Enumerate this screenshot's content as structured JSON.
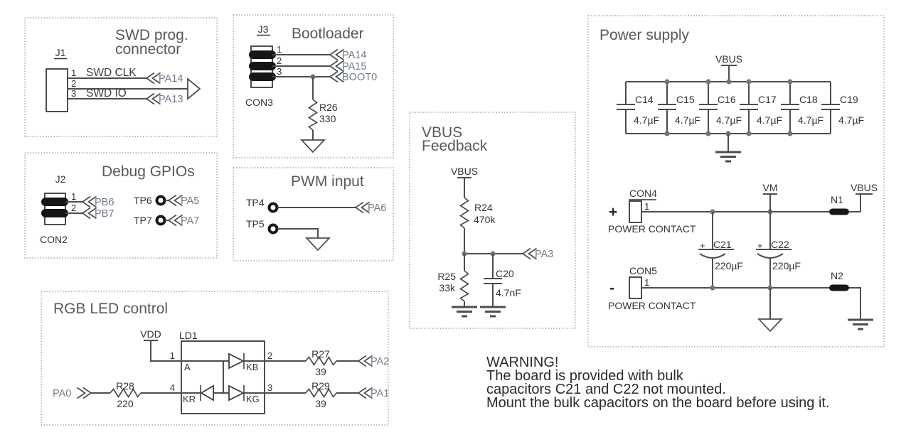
{
  "colors": {
    "wire": "#4d4d4d",
    "net_label": "#6e7a87",
    "component_text": "#333333",
    "title_text": "#595959",
    "warning_text": "#2b2b2b"
  },
  "swd": {
    "title1": "SWD prog.",
    "title2": "connector",
    "ref": "J1",
    "pin1": "1",
    "pin2": "2",
    "pin3": "3",
    "sig_clk": "SWD CLK",
    "sig_io": "SWD IO",
    "net_clk": "PA14",
    "net_io": "PA13"
  },
  "debug": {
    "title": "Debug GPIOs",
    "ref": "J2",
    "conn": "CON2",
    "pin1": "1",
    "pin2": "2",
    "net1": "PB6",
    "net2": "PB7",
    "tp6": "TP6",
    "tp6_net": "PA5",
    "tp7": "TP7",
    "tp7_net": "PA7"
  },
  "boot": {
    "title": "Bootloader",
    "ref": "J3",
    "conn": "CON3",
    "pin1": "1",
    "pin2": "2",
    "pin3": "3",
    "net1": "PA14",
    "net2": "PA15",
    "net3": "BOOT0",
    "res": "R26",
    "res_val": "330"
  },
  "pwm": {
    "title": "PWM input",
    "tp4": "TP4",
    "tp4_net": "PA6",
    "tp5": "TP5"
  },
  "rgb": {
    "title": "RGB LED control",
    "vdd": "VDD",
    "led": "LD1",
    "pin1": "1",
    "pin2": "2",
    "pin3": "3",
    "pin4": "4",
    "anode": "A",
    "kb": "KB",
    "kr": "KR",
    "kg": "KG",
    "r27": "R27",
    "r27_val": "39",
    "r28": "R28",
    "r28_val": "220",
    "r29": "R29",
    "r29_val": "39",
    "net_in": "PA0",
    "net_b": "PA2",
    "net_g": "PA1"
  },
  "vbusfb": {
    "title1": "VBUS",
    "title2": "Feedback",
    "port": "VBUS",
    "r24": "R24",
    "r24_val": "470k",
    "r25": "R25",
    "r25_val": "33k",
    "c20": "C20",
    "c20_val": "4.7nF",
    "net": "PA3"
  },
  "power": {
    "title": "Power supply",
    "vbus_top": "VBUS",
    "caps": [
      {
        "name": "C14",
        "value": "4.7µF"
      },
      {
        "name": "C15",
        "value": "4.7µF"
      },
      {
        "name": "C16",
        "value": "4.7µF"
      },
      {
        "name": "C17",
        "value": "4.7µF"
      },
      {
        "name": "C18",
        "value": "4.7µF"
      },
      {
        "name": "C19",
        "value": "4.7µF"
      }
    ],
    "con4": "CON4",
    "con5": "CON5",
    "plus": "+",
    "minus": "-",
    "pin1": "1",
    "contact": "POWER CONTACT",
    "c21": "C21",
    "c21_plus": "+",
    "c21_val": "220µF",
    "c22": "C22",
    "c22_plus": "+",
    "c22_val": "220µF",
    "vm": "VM",
    "n1": "N1",
    "n2": "N2",
    "vbus_right": "VBUS"
  },
  "warning": {
    "line1": "WARNING!",
    "line2": "The board is provided with bulk",
    "line3": "capacitors C21 and C22 not mounted.",
    "line4": "Mount the bulk capacitors on the board before using it."
  }
}
